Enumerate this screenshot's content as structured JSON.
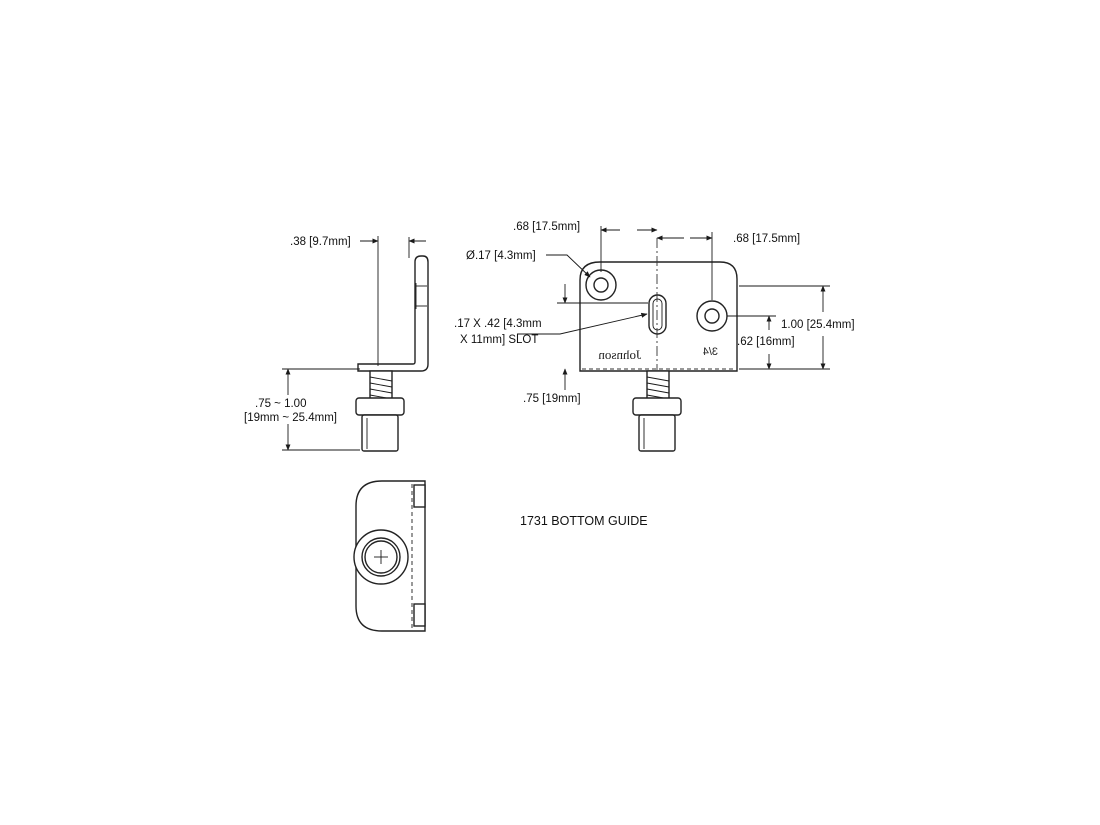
{
  "title": "1731 BOTTOM GUIDE",
  "dimensions": {
    "side_width": ".38 [9.7mm]",
    "screw_range_line1": ".75 ~ 1.00",
    "screw_range_line2": "[19mm ~ 25.4mm]",
    "hole_spacing_left": ".68 [17.5mm]",
    "hole_spacing_right": ".68 [17.5mm]",
    "hole_diameter": "Ø.17 [4.3mm]",
    "slot_line1": ".17 X .42 [4.3mm",
    "slot_line2": "X 11mm] SLOT",
    "total_height": "1.00 [25.4mm]",
    "hole_height": ".62 [16mm]",
    "slot_offset": ".75 [19mm]"
  },
  "markings": {
    "brand": "Johnson",
    "size_mark": "3/4"
  }
}
